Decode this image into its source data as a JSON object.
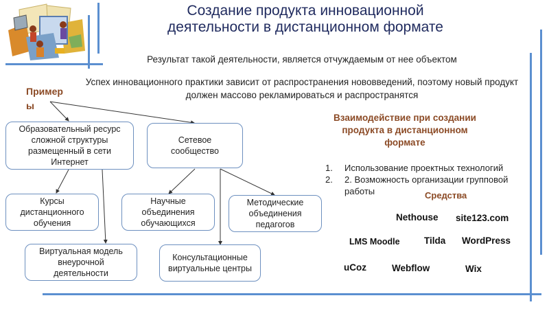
{
  "header": {
    "title": "Создание продукта инновационной деятельности в дистанционном формате",
    "subtitle": "Результат такой деятельности, является отчуждаемым от нее объектом",
    "paragraph": "Успех инновационного практики зависит от распространения нововведений, поэтому новый продукт должен массово рекламироваться и распространятся"
  },
  "illustration": {
    "icon": "education-clipart-icon"
  },
  "examples": {
    "label_line1": "Пример",
    "label_line2": "ы"
  },
  "diagram": {
    "nodes": {
      "edu_resource": "Образовательный ресурс сложной структуры размещенный в сети Интернет",
      "network_community": "Сетевое сообщество",
      "courses": "Курсы дистанционного обучения",
      "virtual_model": "Виртуальная модель внеурочной деятельности",
      "student_associations": "Научные объединения обучающихся",
      "teacher_associations": "Методические объединения педагогов",
      "consult_centers": "Консультационные виртуальные центры"
    }
  },
  "interaction": {
    "title": "Взаимодействие при создании продукта в дистанционном формате",
    "items": [
      {
        "num": "1.",
        "text": "Использование проектных технологий"
      },
      {
        "num": "2.",
        "text": "2. Возможность организации групповой работы"
      }
    ]
  },
  "tools": {
    "title": "Средства",
    "items": [
      "Nethouse",
      "site123.com",
      "LMS Moodle",
      "Tilda",
      "WordPress",
      "uCoz",
      "Webflow",
      "Wix"
    ]
  },
  "colors": {
    "accent_lines": "#5b8fd0",
    "title": "#1f2a5e",
    "brown_heading": "#8b4a25",
    "box_border": "#6c8fbf"
  }
}
